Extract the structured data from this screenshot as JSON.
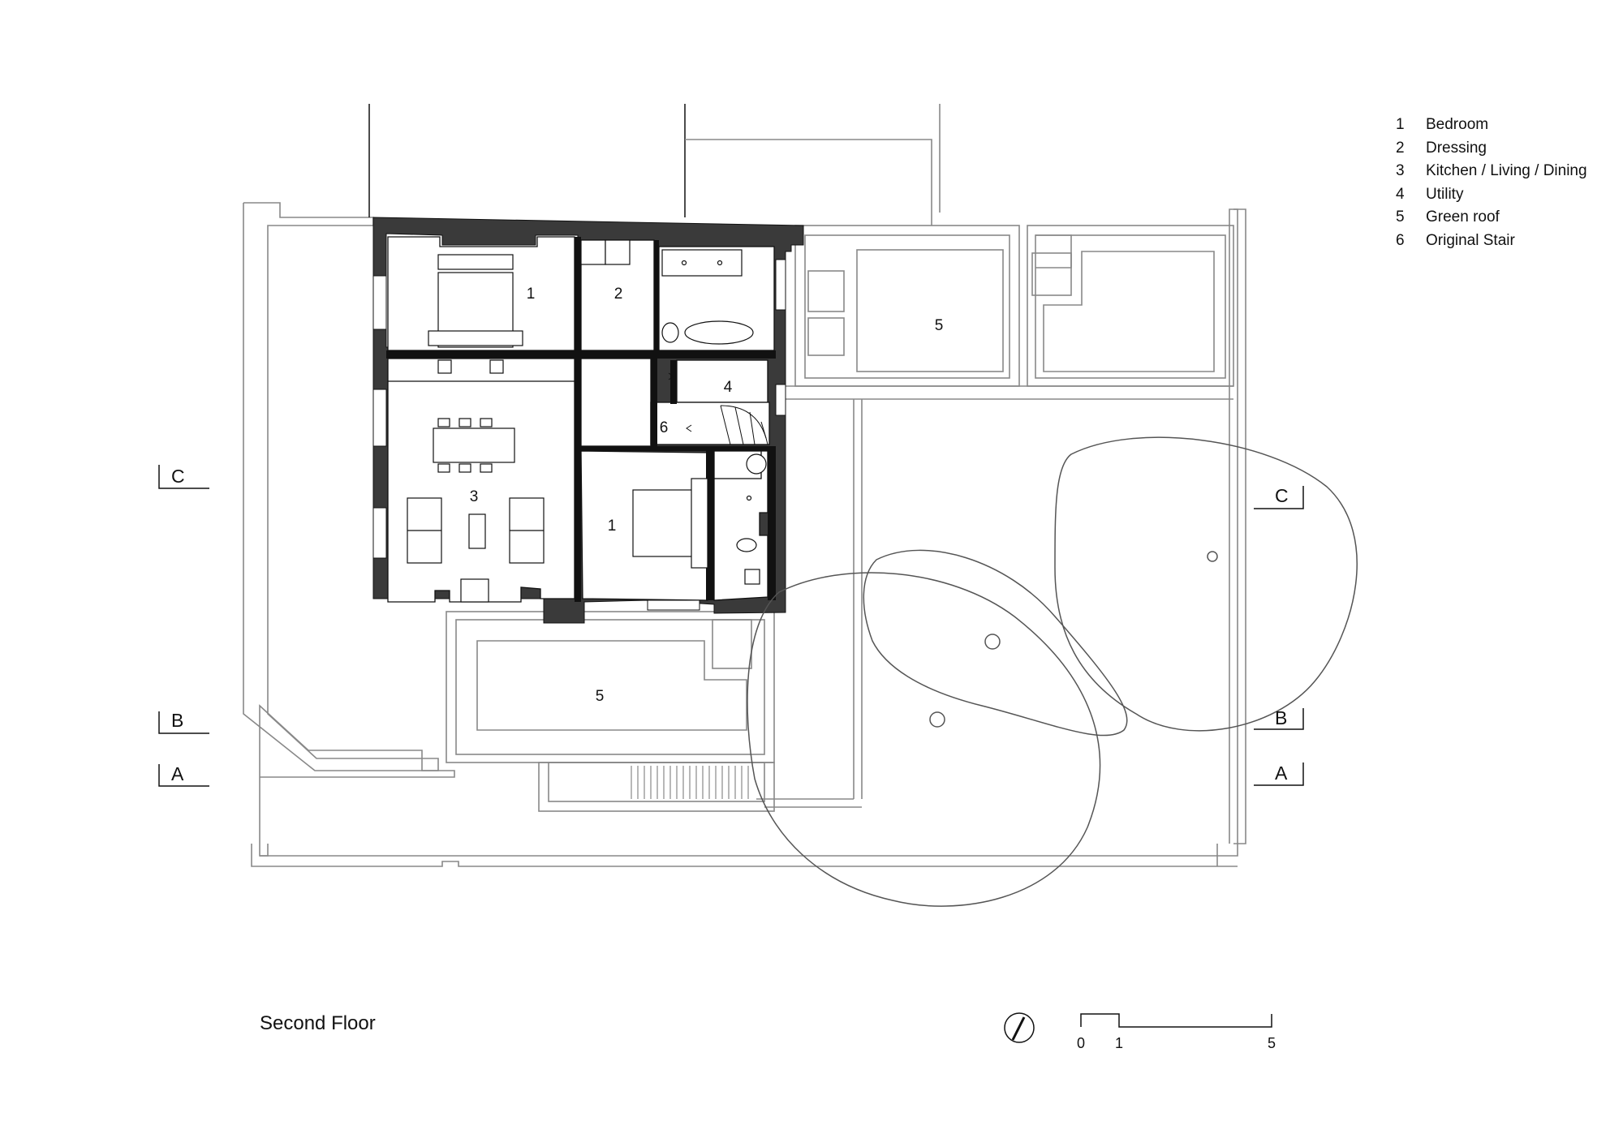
{
  "legend": [
    {
      "num": "1",
      "label": "Bedroom"
    },
    {
      "num": "2",
      "label": "Dressing"
    },
    {
      "num": "3",
      "label": "Kitchen / Living / Dining"
    },
    {
      "num": "4",
      "label": "Utility"
    },
    {
      "num": "5",
      "label": "Green roof"
    },
    {
      "num": "6",
      "label": "Original Stair"
    }
  ],
  "rooms": {
    "bedroom_north": "1",
    "dressing": "2",
    "kitchen_living": "3",
    "utility": "4",
    "green_roof_east": "5",
    "green_roof_south": "5",
    "stair": "6",
    "bedroom_south": "1"
  },
  "sections": {
    "c_left": "C",
    "b_left": "B",
    "a_left": "A",
    "c_right": "C",
    "b_right": "B",
    "a_right": "A"
  },
  "caption": "Second Floor",
  "scale_bar": {
    "zero": "0",
    "one": "1",
    "five": "5"
  },
  "colors": {
    "wall": "#3a3a3a",
    "line": "#888888",
    "ink": "#111111"
  }
}
